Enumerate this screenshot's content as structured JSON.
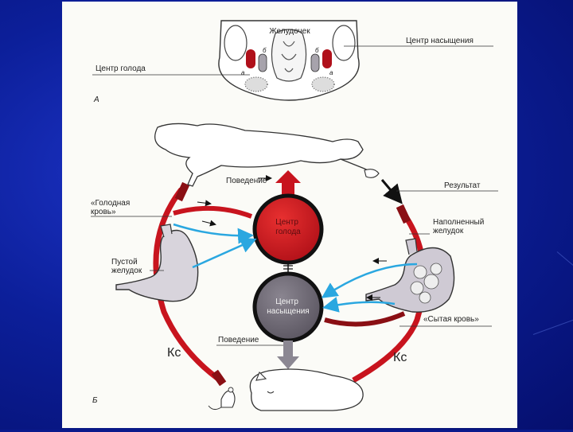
{
  "figure": {
    "panel_a": {
      "letter": "А",
      "stomach_label": "Желудочек",
      "satiety_center_label": "Центр насыщения",
      "hunger_center_label": "Центр голода",
      "mark_a": "а",
      "mark_b": "б"
    },
    "panel_b": {
      "letter": "Б",
      "behavior_top": "Поведение",
      "behavior_bottom": "Поведение",
      "hungry_blood": "«Голодная\nкровь»",
      "empty_stomach": "Пустой\nжелудок",
      "hunger_center": "Центр\nголода",
      "satiety_center": "Центр\nнасыщения",
      "result": "Результат",
      "full_stomach": "Наполненный\nжелудок",
      "sated_blood": "«Сытая кровь»",
      "ks_left": "Кс",
      "ks_right": "Кс"
    },
    "colors": {
      "red": "#c8141e",
      "dark_red": "#8a0f14",
      "blue": "#2aa7e0",
      "gray_center": "#6d6872",
      "slide_bg": "#0c1f9a"
    }
  }
}
